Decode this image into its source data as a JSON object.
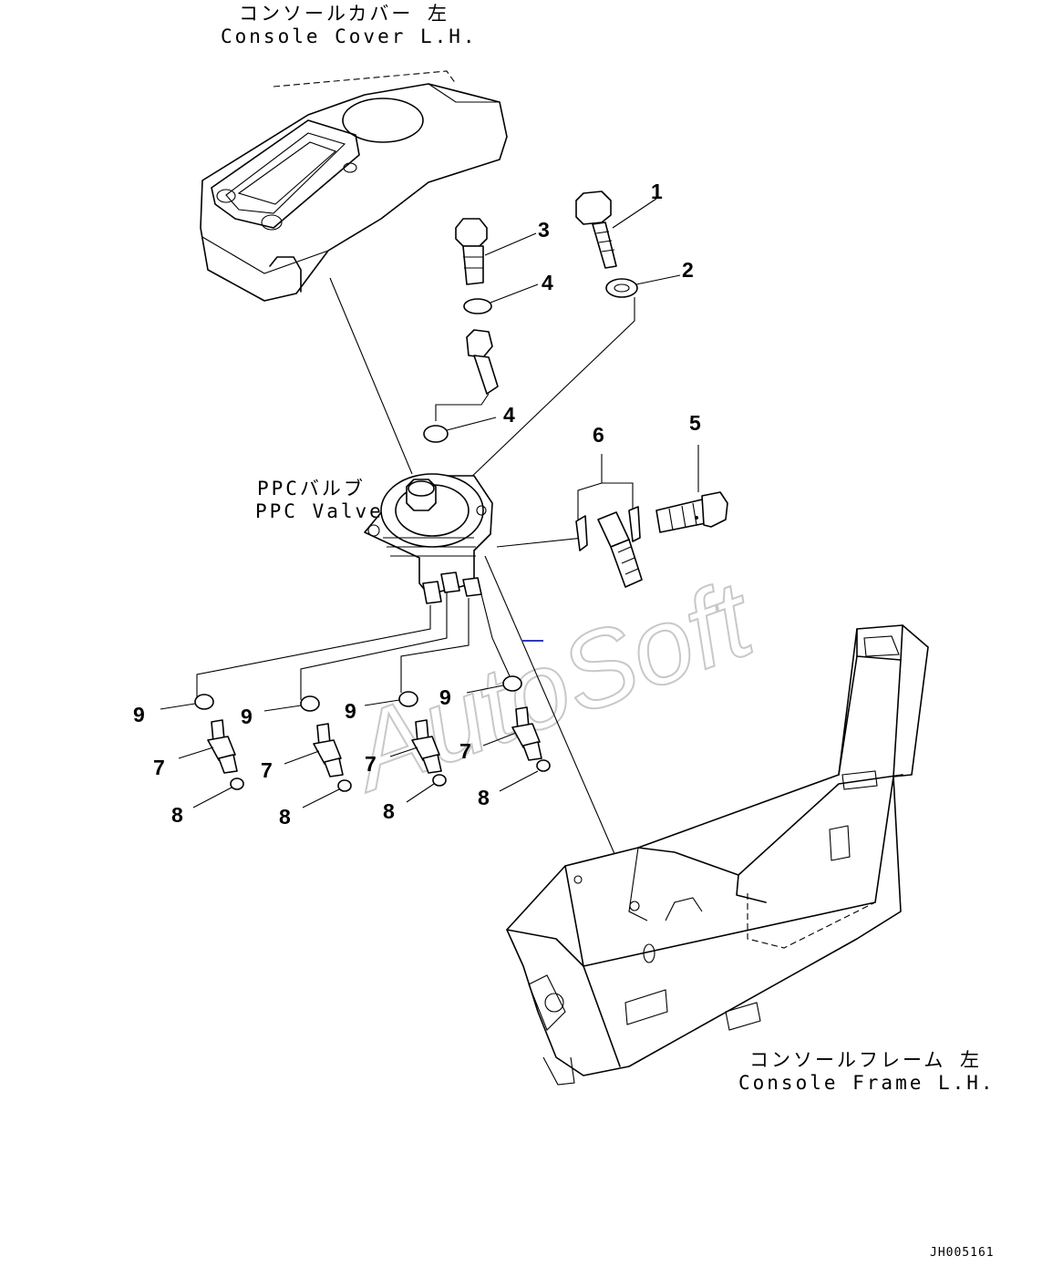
{
  "labels": {
    "console_cover_jp": "コンソールカバー 左",
    "console_cover_en": "Console Cover L.H.",
    "ppc_valve_jp": "PPCバルブ",
    "ppc_valve_en": "PPC Valve",
    "console_frame_jp": "コンソールフレーム 左",
    "console_frame_en": "Console Frame L.H."
  },
  "callouts": [
    "1",
    "2",
    "3",
    "4",
    "4",
    "5",
    "6",
    "7",
    "7",
    "7",
    "7",
    "8",
    "8",
    "8",
    "8",
    "9",
    "9",
    "9",
    "9"
  ],
  "watermark": "AutoSoft",
  "drawing_code": "JH005161"
}
